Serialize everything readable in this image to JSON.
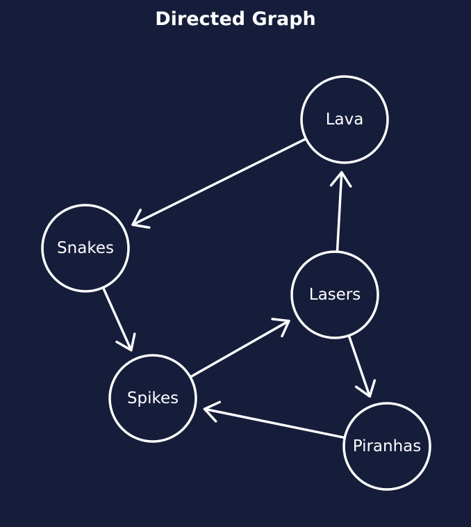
{
  "title": "Directed Graph",
  "colors": {
    "background": "#161d3b",
    "foreground": "#ffffff"
  },
  "nodes": [
    {
      "id": "lava",
      "label": "Lava"
    },
    {
      "id": "snakes",
      "label": "Snakes"
    },
    {
      "id": "lasers",
      "label": "Lasers"
    },
    {
      "id": "spikes",
      "label": "Spikes"
    },
    {
      "id": "piranhas",
      "label": "Piranhas"
    }
  ],
  "edges": [
    {
      "from": "lava",
      "to": "snakes"
    },
    {
      "from": "snakes",
      "to": "spikes"
    },
    {
      "from": "spikes",
      "to": "lasers"
    },
    {
      "from": "lasers",
      "to": "lava"
    },
    {
      "from": "lasers",
      "to": "piranhas"
    },
    {
      "from": "piranhas",
      "to": "spikes"
    }
  ]
}
